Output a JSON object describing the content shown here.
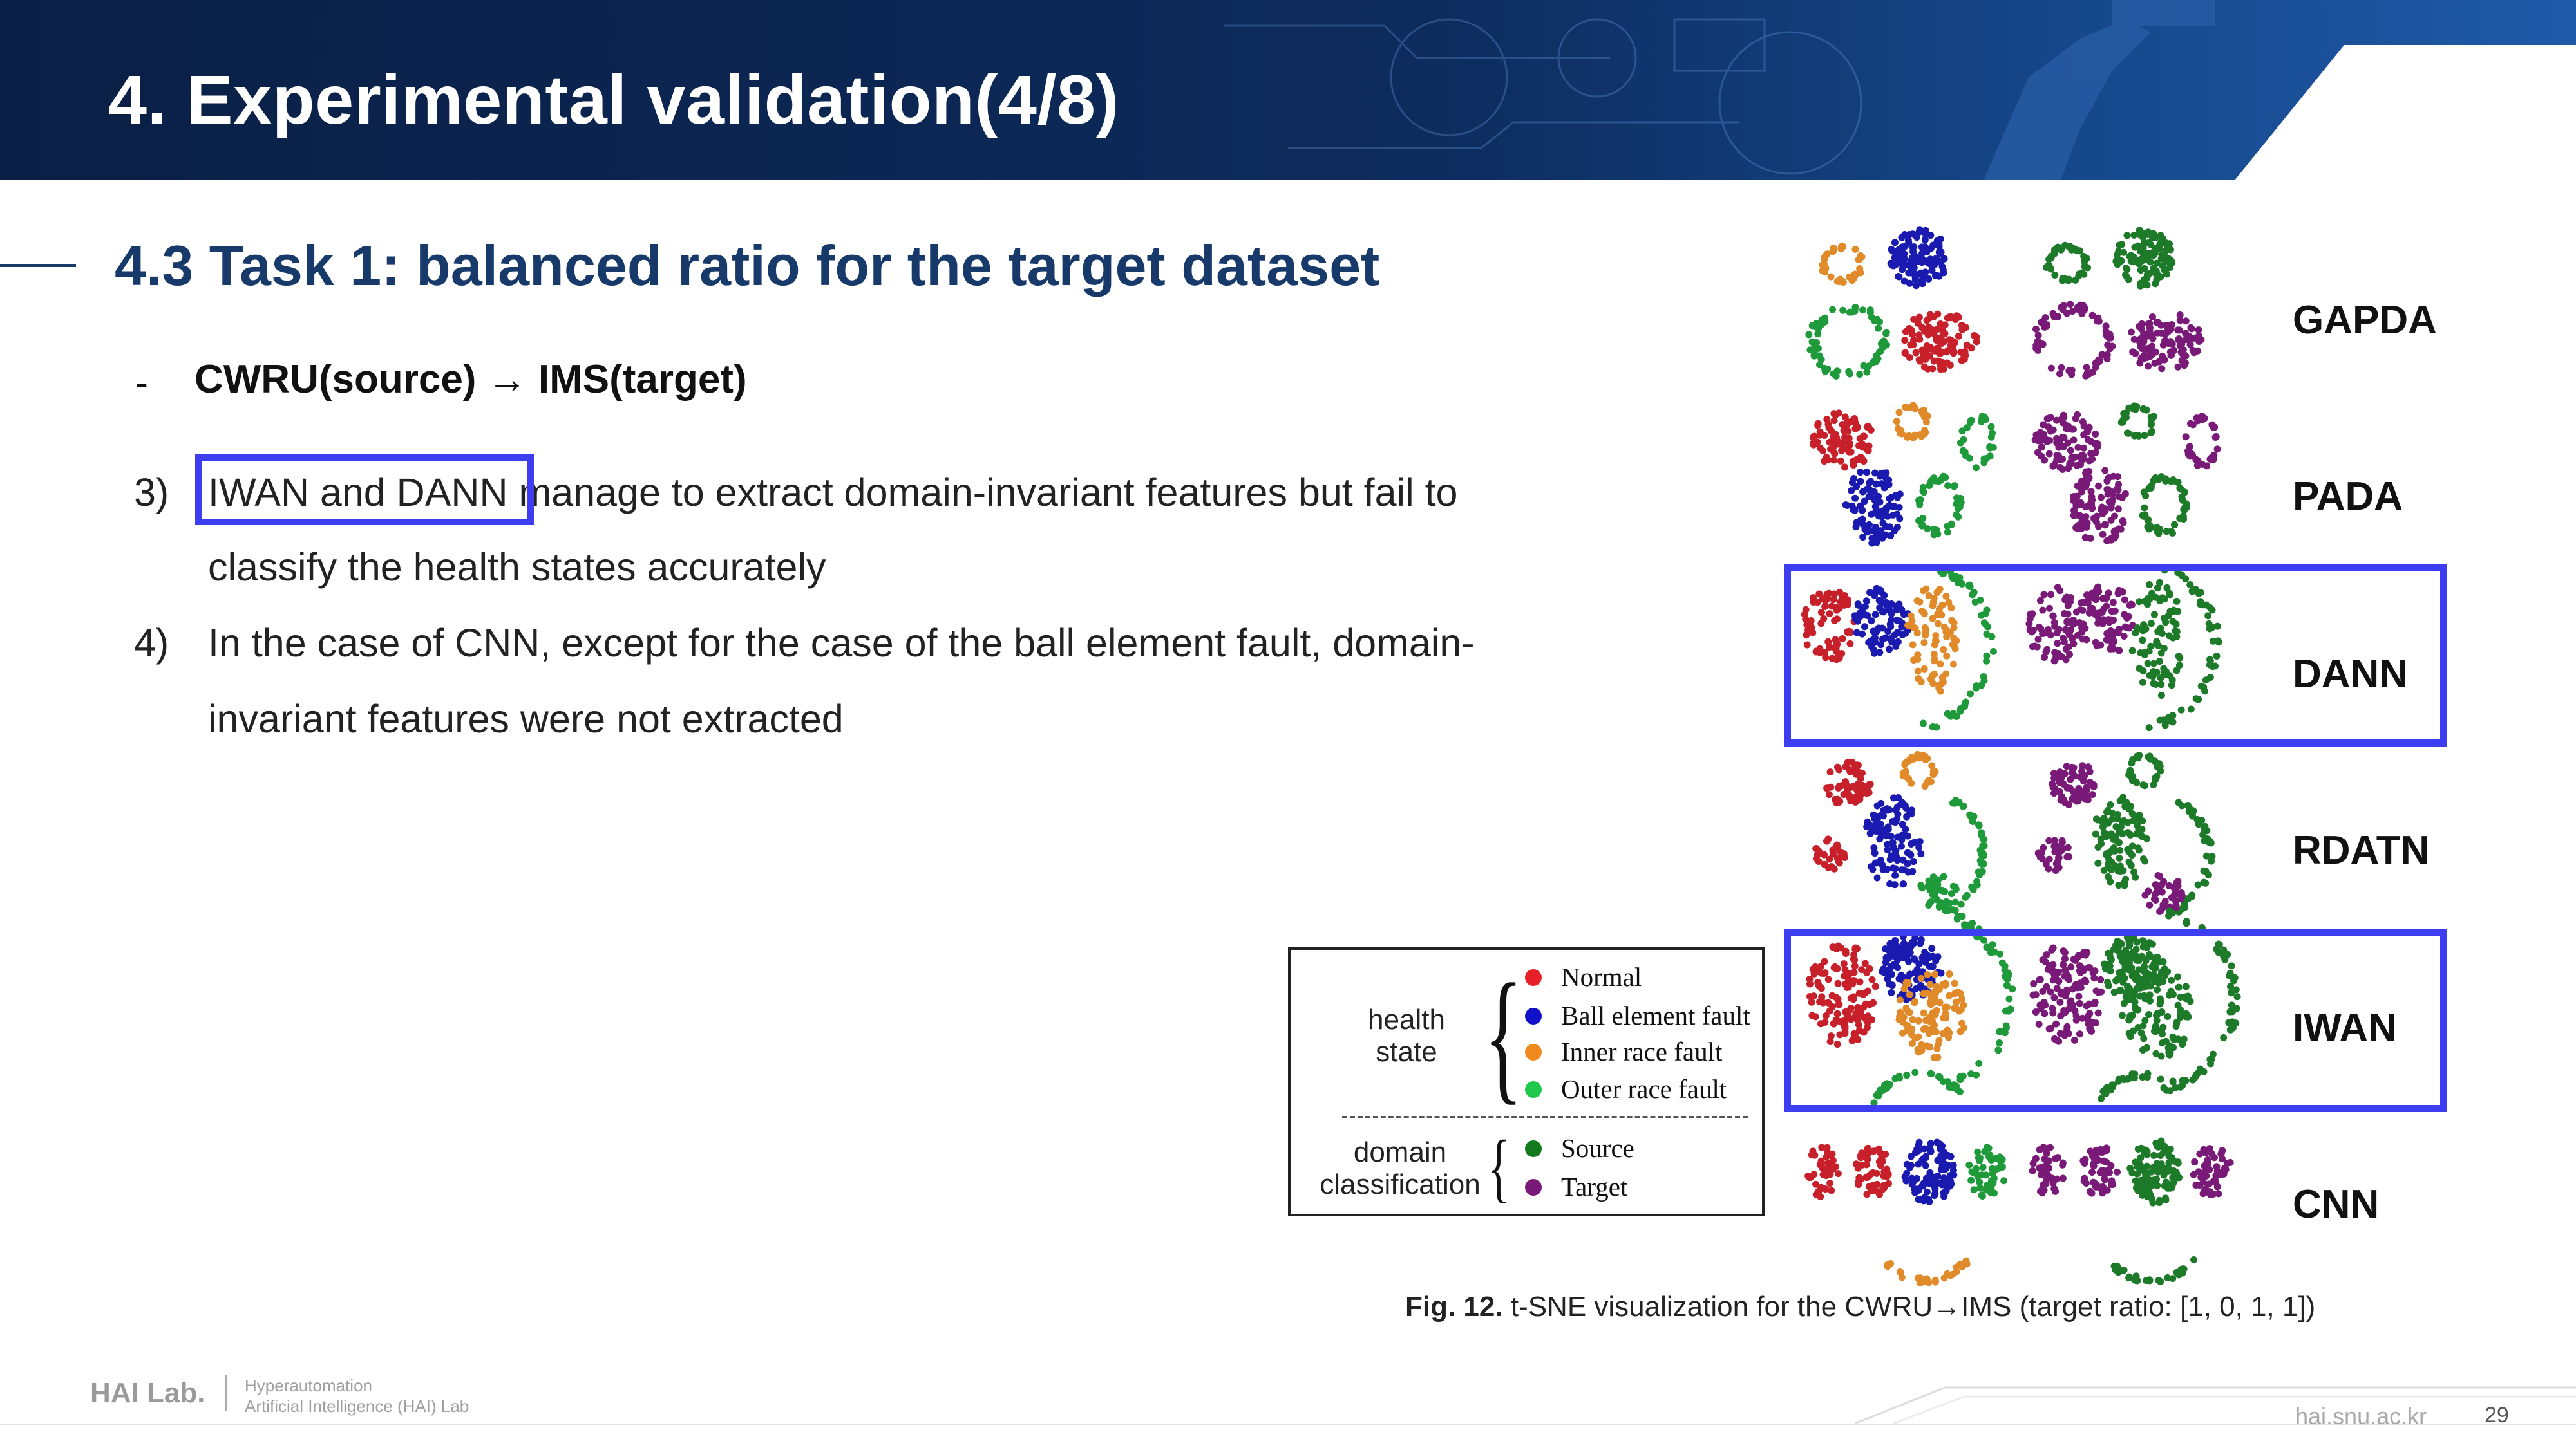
{
  "header": {
    "title": "4. Experimental validation(4/8)"
  },
  "section": {
    "title": "4.3 Task 1: balanced ratio for the target dataset"
  },
  "subheading": {
    "dash": "-",
    "text": "CWRU(source) → IMS(target)"
  },
  "points": [
    {
      "num": "3)",
      "highlight": "IWAN and DANN",
      "line1_rest": " manage to extract domain-invariant features but fail to",
      "line2": "classify the health states accurately"
    },
    {
      "num": "4)",
      "line1": "In the case of CNN, except for the case of the ball element fault, domain-",
      "line2": "invariant features were not extracted"
    }
  ],
  "methods": [
    "GAPDA",
    "PADA",
    "DANN",
    "RDATN",
    "IWAN",
    "CNN"
  ],
  "legend": {
    "health_label": [
      "health",
      "state"
    ],
    "health_items": [
      {
        "label": "Normal",
        "color": "#e8202a"
      },
      {
        "label": "Ball element fault",
        "color": "#1010c8"
      },
      {
        "label": "Inner race fault",
        "color": "#f08a1e"
      },
      {
        "label": "Outer race fault",
        "color": "#1ec84a"
      }
    ],
    "domain_label": [
      "domain",
      "classification"
    ],
    "domain_items": [
      {
        "label": "Source",
        "color": "#137a1e"
      },
      {
        "label": "Target",
        "color": "#7a1a78"
      }
    ]
  },
  "caption": {
    "fig": "Fig. 12.",
    "text": " t-SNE visualization for the CWRU→IMS (target ratio: [1, 0, 1, 1])"
  },
  "footer": {
    "logo": "HAI Lab.",
    "lab_line1": "Hyperautomation",
    "lab_line2": "Artificial Intelligence (HAI) Lab",
    "site": "hai.snu.ac.kr",
    "page": "29"
  },
  "colors": {
    "header_bg": "#0b2550",
    "accent_blue": "#3d3df2",
    "title_blue": "#173a6b"
  }
}
